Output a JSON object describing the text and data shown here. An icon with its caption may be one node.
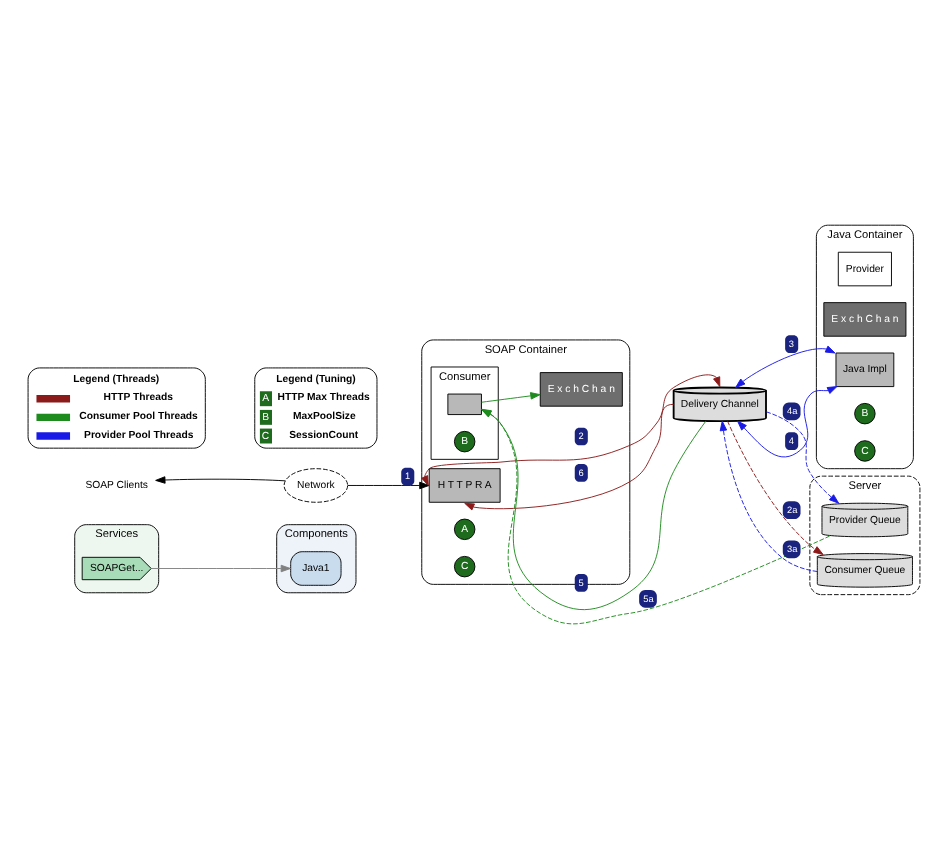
{
  "diagram": {
    "nodes": [
      {
        "text": [
          "Services"
        ]
      },
      {
        "text": [
          "SOAPGet..."
        ],
        "in": 0
      },
      {
        "text": [
          "Components"
        ]
      },
      {
        "text": [
          "Java1"
        ],
        "in": 2
      },
      {
        "text": [
          "SOAP Clients"
        ]
      },
      {
        "text": [
          "Network"
        ]
      },
      {
        "text": [
          "SOAP Container"
        ]
      },
      {
        "text": [
          "H T T P R A"
        ],
        "in": 6
      },
      {
        "text": [
          "E x c h C h a n"
        ],
        "in": 6
      },
      {
        "text": [
          "Consumer"
        ],
        "in": 6
      },
      {
        "text": [],
        "shape": "box",
        "in": 9
      },
      {
        "text": [
          "Delivery Channel"
        ]
      },
      {
        "text": [
          "Java Container"
        ]
      },
      {
        "text": [
          "Provider"
        ],
        "in": 12
      },
      {
        "text": [
          "E x c h C h a n"
        ],
        "in": 12
      },
      {
        "text": [
          "Java Impl"
        ],
        "in": 12
      },
      {
        "text": [
          "Server"
        ]
      },
      {
        "text": [
          "Provider Queue"
        ],
        "in": 16
      },
      {
        "text": [
          "Consumer Queue"
        ],
        "in": 16
      }
    ],
    "edges": [
      {
        "from": 1,
        "to": 3,
        "arrow": "to",
        "color": "#808080"
      },
      {
        "from": 5,
        "to": 4,
        "arrow": "to",
        "color": "#000000"
      },
      {
        "from": 5,
        "to": 7,
        "arrow": "to",
        "label": "1",
        "color": "#000000"
      },
      {
        "from": 11,
        "to": 7,
        "arrow": "both",
        "label": "2",
        "color": "#8b1a1a"
      },
      {
        "from": 11,
        "to": 7,
        "arrow": "to",
        "label": "6",
        "color": "#8b1a1a"
      },
      {
        "from": 11,
        "to": 10,
        "arrow": "to",
        "label": "5",
        "color": "#1e8b1e"
      },
      {
        "from": 10,
        "to": 8,
        "arrow": "to",
        "color": "#1e8b1e"
      },
      {
        "from": 11,
        "to": 15,
        "arrow": "both",
        "label": "3",
        "color": "#1a1ae6"
      },
      {
        "from": 11,
        "to": 15,
        "arrow": "both",
        "label": "4",
        "color": "#1a1ae6"
      },
      {
        "from": 11,
        "to": 18,
        "arrow": "to",
        "label": "2a",
        "style": "dashed",
        "color": "#8b1a1a"
      },
      {
        "from": 11,
        "to": 17,
        "arrow": "to",
        "label": "4a",
        "style": "dashed",
        "color": "#1a1ae6"
      },
      {
        "from": 18,
        "to": 11,
        "arrow": "to",
        "label": "3a",
        "style": "dashed",
        "color": "#1a1ae6"
      },
      {
        "from": 17,
        "to": 10,
        "arrow": "to",
        "label": "5a",
        "style": "dashed",
        "color": "#1e8b1e"
      }
    ],
    "labels": [
      "A",
      "B",
      "B",
      "C",
      "C",
      "Legend (Threads)",
      "Legend (Tuning)",
      "A",
      "B",
      "C"
    ],
    "legend": [
      {
        "text": "HTTP Threads"
      },
      {
        "text": "Consumer Pool Threads"
      },
      {
        "text": "Provider Pool Threads"
      },
      {
        "text": "HTTP Max Threads"
      },
      {
        "text": "MaxPoolSize"
      },
      {
        "text": "SessionCount"
      }
    ]
  }
}
